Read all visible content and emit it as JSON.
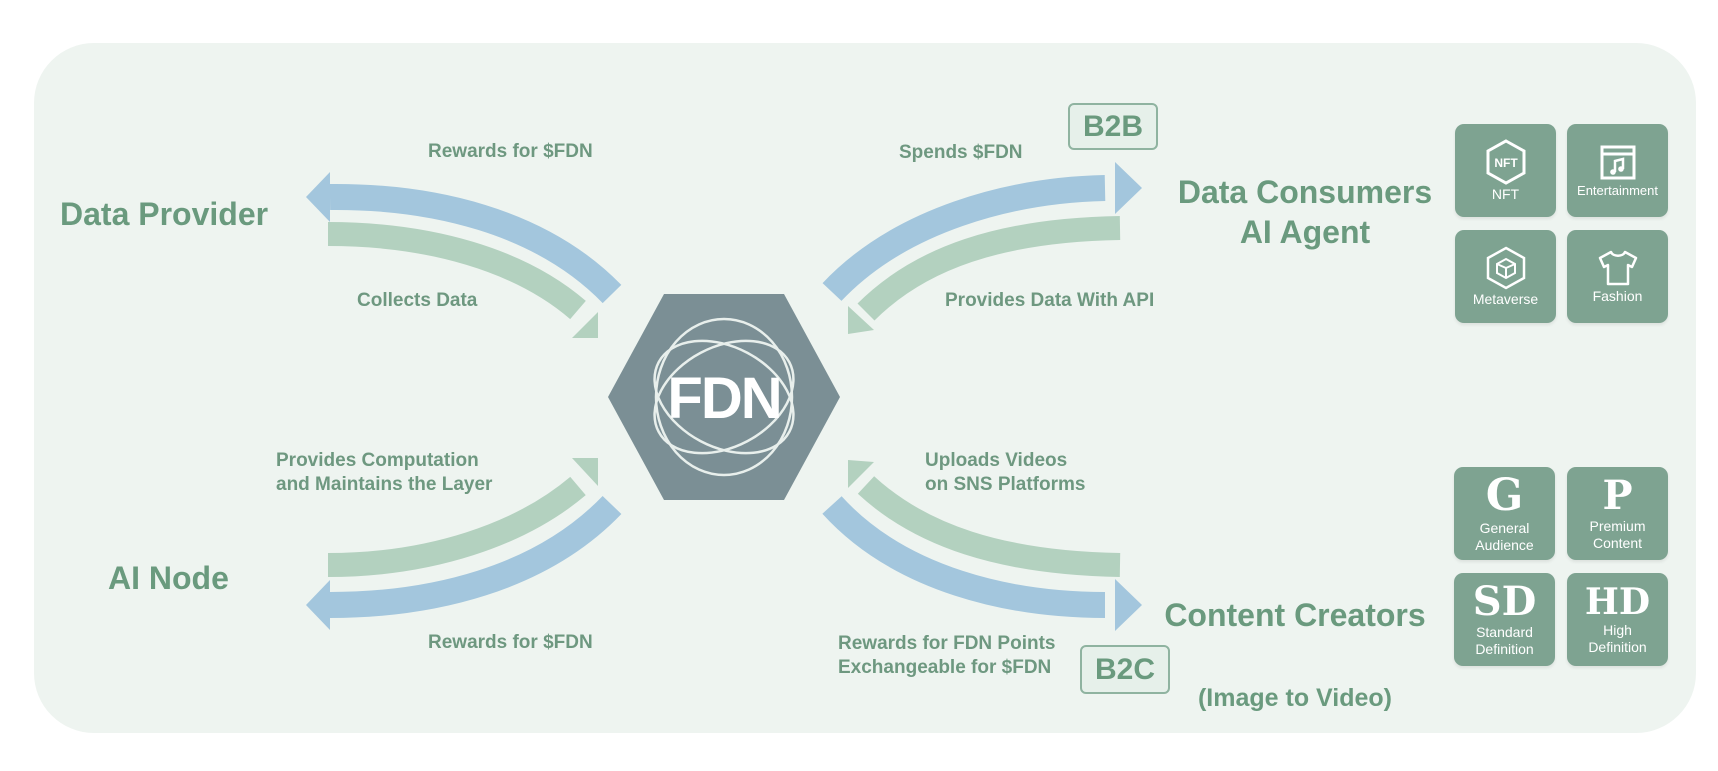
{
  "colors": {
    "panel": "#eef4f0",
    "green_text": "#6a9a7e",
    "blue_arrow": "#a3c6dd",
    "green_arrow": "#b3d1bf",
    "hexagon": "#7b8f95",
    "tile": "#7ea391"
  },
  "center": {
    "logo_text": "FDN"
  },
  "left_top": {
    "title": "Data Provider",
    "top_arrow_label": "Rewards for $FDN",
    "bottom_arrow_label": "Collects Data"
  },
  "right_top": {
    "title": "Data Consumers\nAI Agent",
    "badge": "B2B",
    "top_arrow_label": "Spends $FDN",
    "bottom_arrow_label": "Provides Data With API",
    "tiles": [
      {
        "icon": "nft-icon",
        "label": "NFT"
      },
      {
        "icon": "music-calendar-icon",
        "label": "Entertainment"
      },
      {
        "icon": "metaverse-cube-icon",
        "label": "Metaverse"
      },
      {
        "icon": "tshirt-icon",
        "label": "Fashion"
      }
    ]
  },
  "left_bottom": {
    "title": "AI Node",
    "top_arrow_label": "Provides Computation\nand Maintains the Layer",
    "bottom_arrow_label": "Rewards for $FDN"
  },
  "right_bottom": {
    "title": "Content Creators",
    "subtitle": "(Image to Video)",
    "badge": "B2C",
    "top_arrow_label": "Uploads Videos\non SNS Platforms",
    "bottom_arrow_label": "Rewards for FDN Points\nExchangeable for $FDN",
    "tiles": [
      {
        "glyph": "G",
        "label": "General\nAudience"
      },
      {
        "glyph": "P",
        "label": "Premium\nContent"
      },
      {
        "glyph": "SD",
        "label": "Standard\nDefinition"
      },
      {
        "glyph": "HD",
        "label": "High\nDefinition"
      }
    ]
  }
}
